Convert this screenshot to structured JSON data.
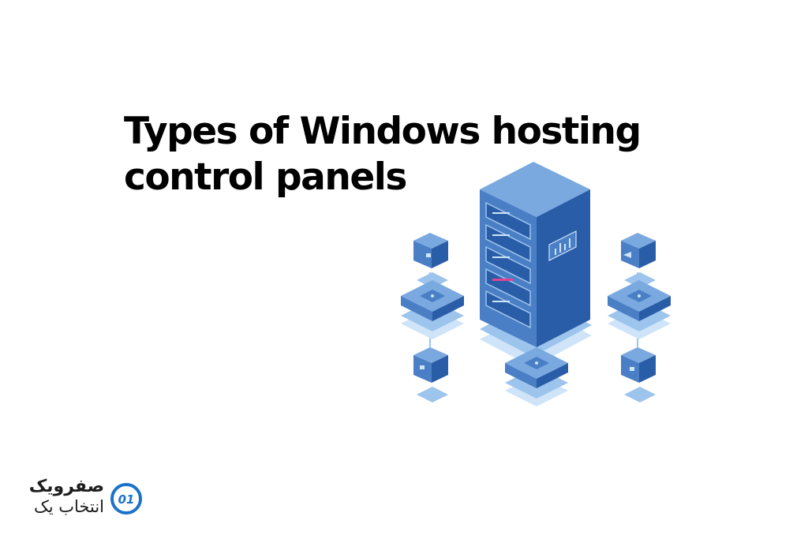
{
  "title": {
    "line1": "Types of Windows hosting",
    "line2": "control panels"
  },
  "brand": {
    "name_line1": "صفرویک",
    "name_line2": "انتخاب یک",
    "mark_text": "01",
    "accent_color": "#1a73c9"
  },
  "illustration": {
    "icon": "server-network-icon",
    "colors": {
      "dark": "#2a5da8",
      "mid": "#4a7fc6",
      "light": "#9cc4ec",
      "pale": "#cfe4f8",
      "highlight": "#e0448f"
    }
  }
}
